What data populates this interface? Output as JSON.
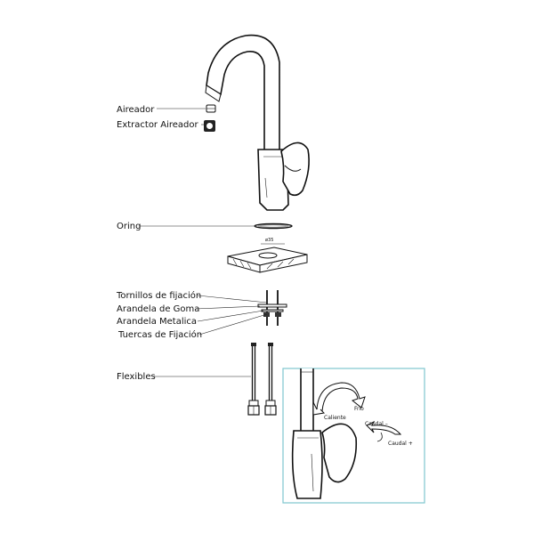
{
  "labels": {
    "aireador": "Aireador",
    "extractor": "Extractor  Aireador",
    "oring": "Oring",
    "diameter": "ø35",
    "tornillos": "Tornillos  de  fijación",
    "arandela_goma": "Arandela  de  Goma",
    "arandela_metalica": "Arandela  Metalica",
    "tuercas": "Tuercas  de  Fijación",
    "flexibles": "Flexibles"
  },
  "inset": {
    "frio": "Frio",
    "caliente": "Caliente",
    "caudal_minus": "Caudal  –",
    "caudal_plus": "Caudal  +",
    "border_color": "#7fc6cf"
  }
}
